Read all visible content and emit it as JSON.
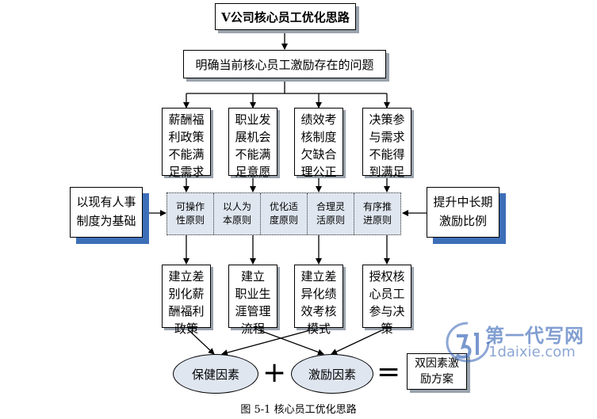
{
  "title": "V公司核心员工优化思路",
  "problem_statement": "明确当前核心员工激励存在的问题",
  "problems": [
    {
      "lines": [
        "薪酬福",
        "利政策",
        "不能满",
        "足需求"
      ]
    },
    {
      "lines": [
        "职业发",
        "展机会",
        "不能满",
        "足意愿"
      ]
    },
    {
      "lines": [
        "绩效考",
        "核制度",
        "欠缺合",
        "理公正"
      ]
    },
    {
      "lines": [
        "决策参",
        "与需求",
        "不能得",
        "到满足"
      ]
    }
  ],
  "principles": [
    {
      "lines": [
        "可操作",
        "性原则"
      ]
    },
    {
      "lines": [
        "以人为",
        "本原则"
      ]
    },
    {
      "lines": [
        "优化适",
        "度原则"
      ]
    },
    {
      "lines": [
        "合理灵",
        "活原则"
      ]
    },
    {
      "lines": [
        "有序推",
        "进原则"
      ]
    }
  ],
  "left_basis": {
    "lines": [
      "以现有人事",
      "制度为基础"
    ]
  },
  "right_goal": {
    "lines": [
      "提升中长期",
      "激励比例"
    ]
  },
  "solutions": [
    {
      "lines": [
        "建立差",
        "别化薪",
        "酬福利",
        "政策"
      ]
    },
    {
      "lines": [
        "建立",
        "职业生",
        "涯管理",
        "流程"
      ]
    },
    {
      "lines": [
        "建立差",
        "异化绩",
        "效考核",
        "模式"
      ]
    },
    {
      "lines": [
        "授权核",
        "心员工",
        "参与决",
        "策"
      ]
    }
  ],
  "hygiene": "保健因素",
  "motivator": "激励因素",
  "plus": "+",
  "equals": "=",
  "result": {
    "lines": [
      "双因素激",
      "励方案"
    ]
  },
  "caption": "图 5-1  核心员工优化思路",
  "watermark": {
    "cn": "第一代写网",
    "url": "1daixie.com"
  },
  "colors": {
    "accent_blue": "#3d6fb8",
    "light_fill": "#dfe6f0",
    "watermark": "#2f5fb3"
  }
}
